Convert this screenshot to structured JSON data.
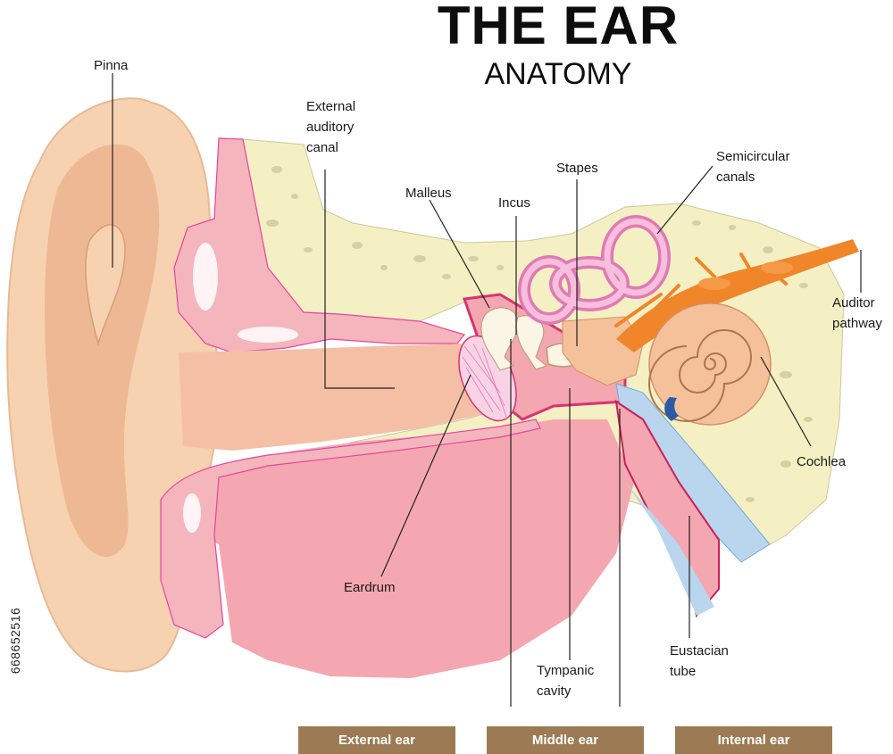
{
  "title": "THE EAR",
  "subtitle": "ANATOMY",
  "labels": {
    "pinna": "Pinna",
    "external_auditory_canal": "External\nauditory\ncanal",
    "malleus": "Malleus",
    "incus": "Incus",
    "stapes": "Stapes",
    "semicircular_canals": "Semicircular\ncanals",
    "auditory_pathway": "Auditor\npathway",
    "cochlea": "Cochlea",
    "eardrum": "Eardrum",
    "tympanic_cavity": "Tympanic\ncavity",
    "eustachian_tube": "Eustacian\ntube"
  },
  "sections": {
    "external": "External ear",
    "middle": "Middle ear",
    "internal": "Internal ear"
  },
  "credit": "668652516",
  "colors": {
    "skin": "#f6d2b0",
    "skin_dark": "#efb895",
    "canal_pink": "#f3a5ae",
    "bone": "#f4f0c4",
    "bone_spots": "#d8cfa2",
    "ossicle": "#fbf5e6",
    "semicircular": "#f29ccb",
    "nerve": "#f0852a",
    "cochlea": "#f4c19b",
    "eustachian_blue": "#b9d6ee",
    "band": "#9c7a54"
  }
}
